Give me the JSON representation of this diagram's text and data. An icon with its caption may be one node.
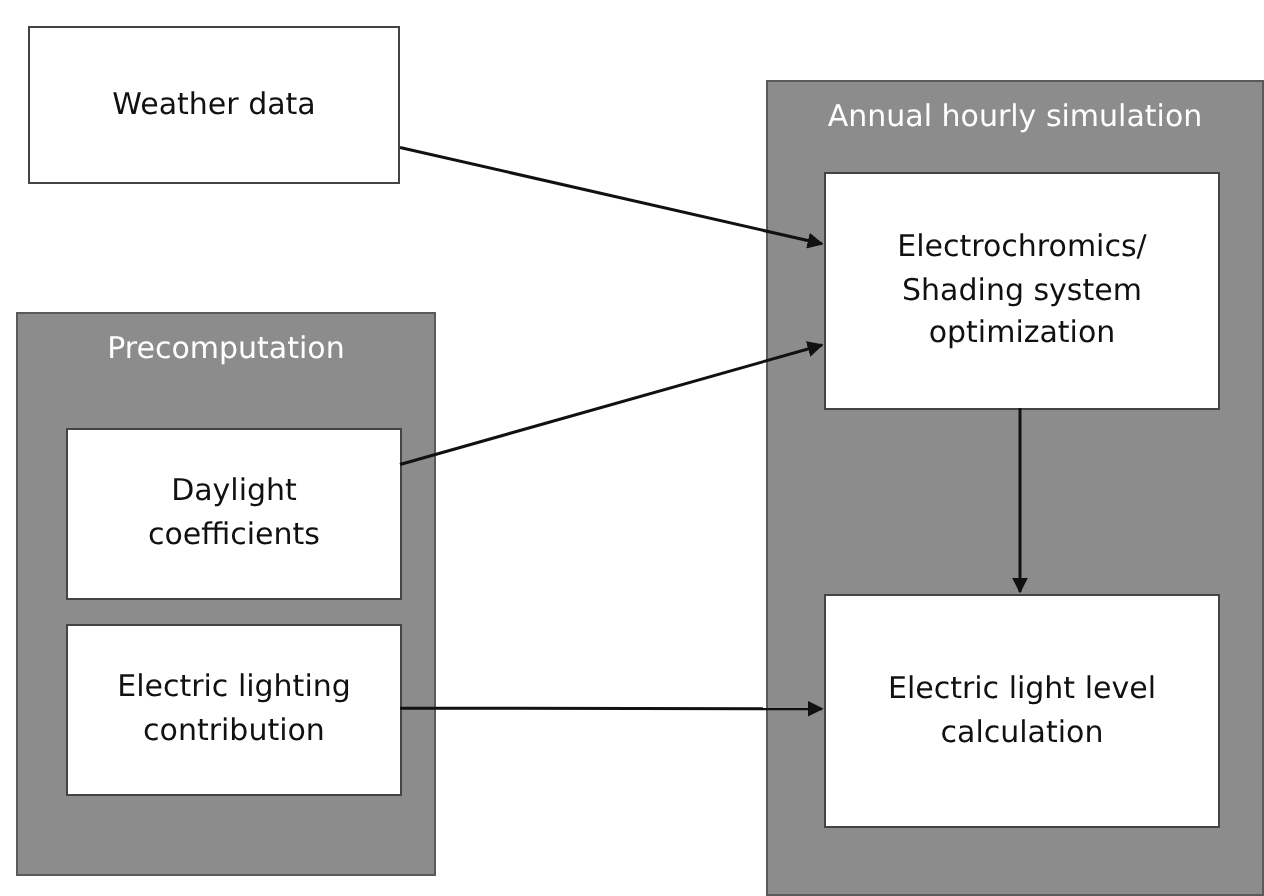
{
  "diagram": {
    "nodes": [
      {
        "text": [
          "Weather data"
        ]
      },
      {
        "text": [
          "Precomputation"
        ]
      },
      {
        "text": [
          "Daylight coefficients"
        ],
        "in": 1
      },
      {
        "text": [
          "Electric lighting contribution"
        ],
        "in": 1
      },
      {
        "text": [
          "Annual hourly simulation"
        ]
      },
      {
        "text": [
          "Electrochromics/ Shading system optimization"
        ],
        "in": 4
      },
      {
        "text": [
          "Electric light level calculation"
        ],
        "in": 4
      }
    ],
    "edges": [
      {
        "from": 0,
        "to": 5,
        "arrow": "to"
      },
      {
        "from": 2,
        "to": 5,
        "arrow": "to"
      },
      {
        "from": 3,
        "to": 6,
        "arrow": "to"
      },
      {
        "from": 5,
        "to": 6,
        "arrow": "to"
      }
    ]
  }
}
